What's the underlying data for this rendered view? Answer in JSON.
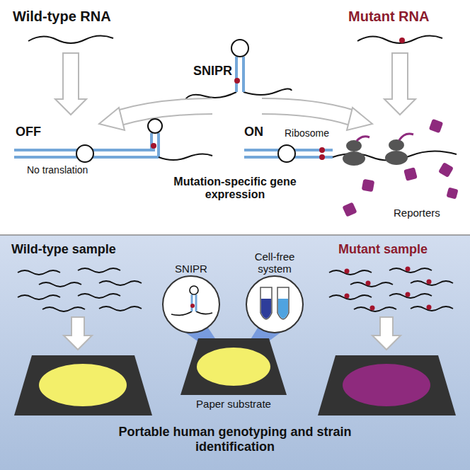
{
  "diagram": {
    "nodes": [
      {
        "text": [
          "SNIPR"
        ]
      },
      {
        "text": [
          "Cell-free system"
        ]
      },
      {
        "text": [
          "Paper substrate"
        ]
      }
    ],
    "edges": [
      {
        "from": 0,
        "to": 2,
        "arrow": "none"
      },
      {
        "from": 1,
        "to": 2,
        "arrow": "none"
      }
    ],
    "labels": [
      "Wild-type RNA",
      "SNIPR",
      "Mutant RNA",
      "OFF",
      "No translation",
      "ON",
      "Ribosome",
      "Mutation-specific gene expression",
      "Reporters",
      "Wild-type sample",
      "Mutant sample",
      "Portable human genotyping and strain identification"
    ]
  }
}
